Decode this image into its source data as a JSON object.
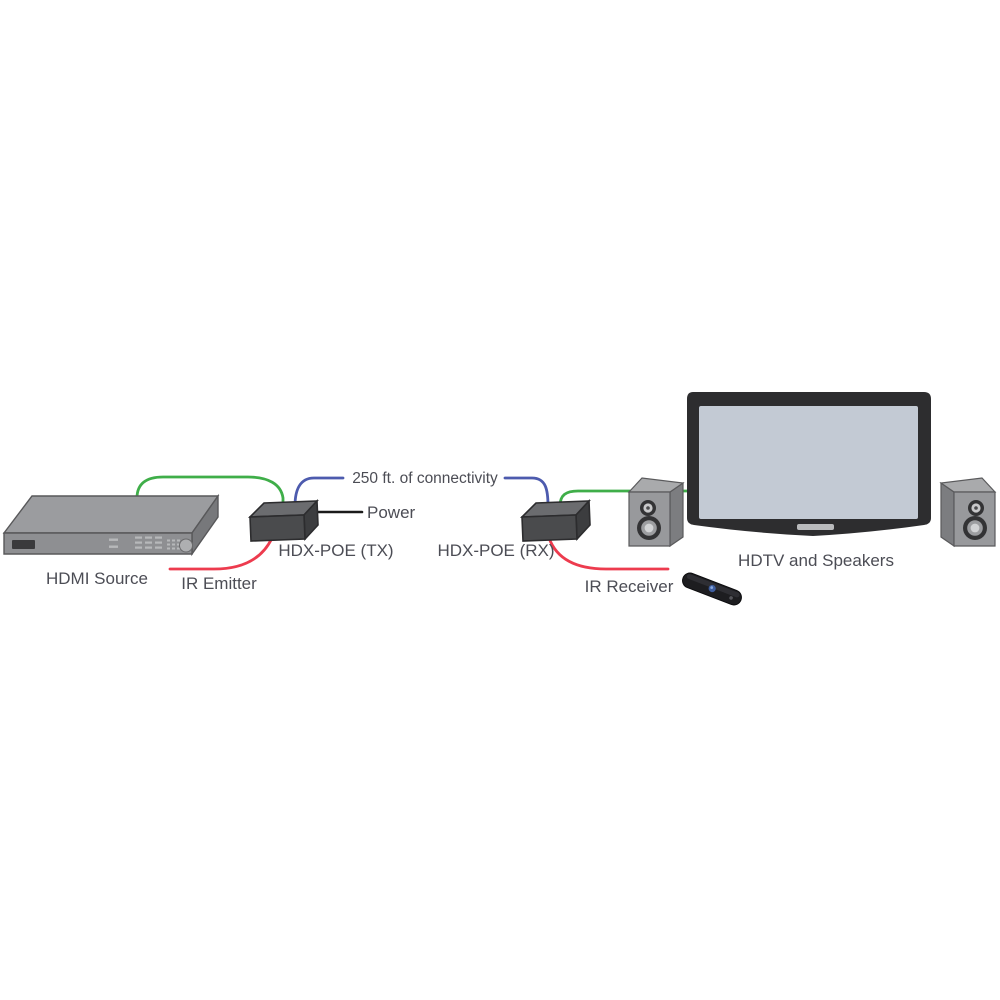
{
  "diagram": {
    "type": "connection-diagram",
    "description_visible_text_only": true,
    "nodes": [
      {
        "id": "hdmi-source",
        "label": "HDMI Source",
        "kind": "rack-media-player"
      },
      {
        "id": "tx-box",
        "label": "HDX-POE (TX)",
        "kind": "extender-transmitter"
      },
      {
        "id": "rx-box",
        "label": "HDX-POE (RX)",
        "kind": "extender-receiver"
      },
      {
        "id": "hdtv",
        "label": "HDTV and Speakers",
        "kind": "tv-with-speakers"
      }
    ],
    "connections": [
      {
        "id": "hdmi-in",
        "from": "hdmi-source",
        "to": "tx-box",
        "color": "#3fae49"
      },
      {
        "id": "catx-link",
        "from": "tx-box",
        "to": "rx-box",
        "label": "250 ft. of connectivity",
        "color": "#4d5bae"
      },
      {
        "id": "power-lead",
        "to": "tx-box",
        "label": "Power",
        "color": "#1a1a1a"
      },
      {
        "id": "ir-emitter-lead",
        "from": "tx-box",
        "label": "IR Emitter",
        "color": "#ed3b4e"
      },
      {
        "id": "ir-receiver-lead",
        "from": "rx-box",
        "label": "IR Receiver",
        "color": "#ed3b4e"
      },
      {
        "id": "hdmi-out",
        "from": "rx-box",
        "to": "hdtv",
        "color": "#3fae49"
      }
    ]
  },
  "labels": {
    "hdmi_source": "HDMI Source",
    "ir_emitter": "IR Emitter",
    "tx": "HDX-POE (TX)",
    "power": "Power",
    "connectivity": "250 ft. of connectivity",
    "rx": "HDX-POE (RX)",
    "ir_receiver": "IR Receiver",
    "hdtv": "HDTV and Speakers"
  },
  "colors": {
    "green": "#3fae49",
    "blue": "#4d5bae",
    "red": "#ed3b4e",
    "black": "#1a1a1a",
    "label": "#4c4d55",
    "device_top": "#9b9c9f",
    "device_front": "#8e8f92",
    "device_side": "#77787b",
    "box_top": "#6b6c6f",
    "box_front": "#4a4b4d",
    "tv_bezel": "#2d2d2f",
    "tv_screen": "#c3cad4",
    "speaker_front": "#98999c",
    "speaker_top": "#a9aaac",
    "speaker_side": "#7c7d80"
  }
}
